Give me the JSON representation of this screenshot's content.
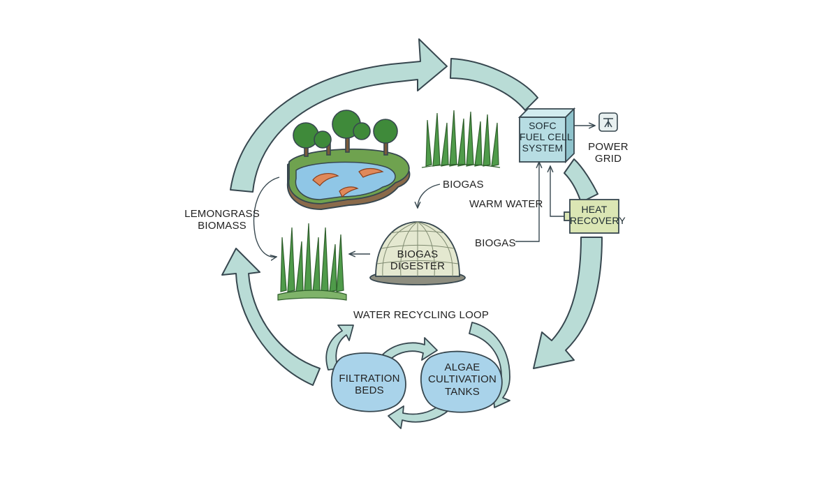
{
  "labels": {
    "sofc_line1": "SOFC",
    "sofc_line2": "FUEL CELL",
    "sofc_line3": "SYSTEM",
    "power_line1": "POWER",
    "power_line2": "GRID",
    "heat_line1": "HEAT",
    "heat_line2": "RECOVERY",
    "biogas_top": "BIOGAS",
    "warm_water": "WARM WATER",
    "biogas_right": "BIOGAS",
    "lemongrass_line1": "LEMONGRASS",
    "lemongrass_line2": "BIOMASS",
    "digester_line1": "BIOGAS",
    "digester_line2": "DIGESTER",
    "water_loop": "WATER RECYCLING LOOP",
    "filtration_line1": "FILTRATION",
    "filtration_line2": "BEDS",
    "algae_line1": "ALGAE",
    "algae_line2": "CULTIVATION",
    "algae_line3": "TANKS"
  },
  "colors": {
    "cycle_arrow": "#b9dcd6",
    "outline": "#37474f",
    "pond_water": "#8fc6e6",
    "grass": "#4f9b4a",
    "sofc_box": "#b7dde3",
    "heat_box": "#dbe6b4",
    "digester_dome": "#e4e8d0",
    "blob": "#a9d3ea"
  }
}
